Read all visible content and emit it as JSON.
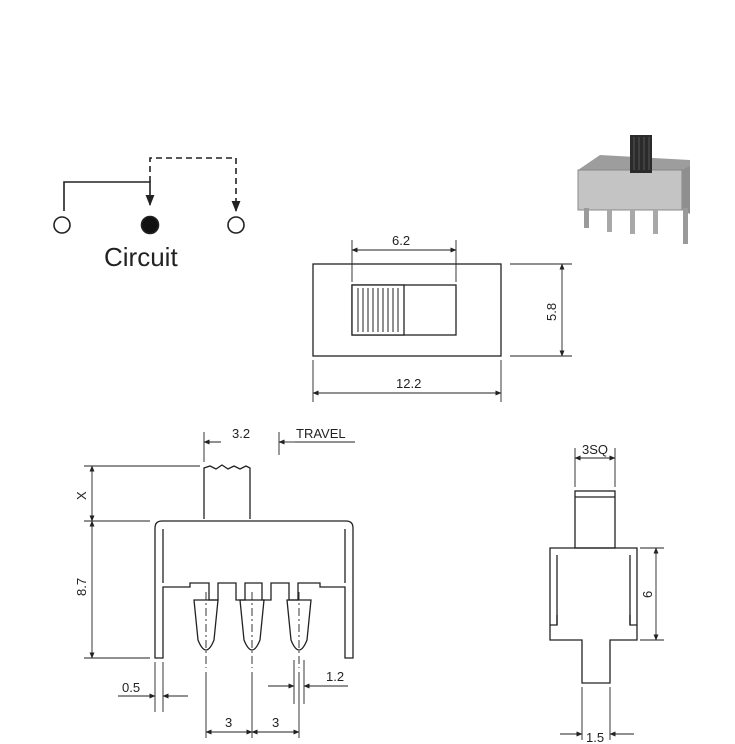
{
  "circuit": {
    "label": "Circuit"
  },
  "top_view": {
    "width_label": "12.2",
    "height_label": "5.8",
    "slot_label": "6.2"
  },
  "front_view": {
    "travel_value": "3.2",
    "travel_label": "TRAVEL",
    "x_label": "X",
    "height_label": "8.7",
    "pin_thickness_label": "0.5",
    "pin_pitch_1": "3",
    "pin_pitch_2": "3",
    "pin_width_label": "1.2"
  },
  "side_view": {
    "actuator_label": "3SQ",
    "height_label": "6",
    "pin_label": "1.5"
  },
  "colors": {
    "line": "#222222",
    "body_gray": "#b9b9b9",
    "actuator": "#2a2a2a"
  }
}
